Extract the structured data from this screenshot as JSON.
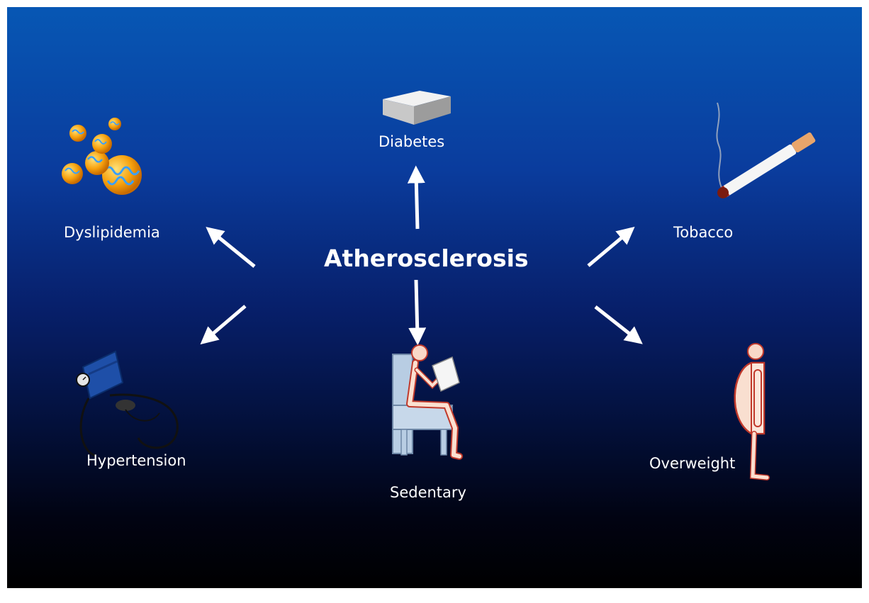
{
  "slide": {
    "center": "Atherosclerosis",
    "factors": {
      "dyslipidemia": "Dyslipidemia",
      "diabetes": "Diabetes",
      "tobacco": "Tobacco",
      "hypertension": "Hypertension",
      "sedentary": "Sedentary",
      "overweight": "Overweight"
    },
    "icons": {
      "dyslipidemia": "lipid-particles-icon",
      "diabetes": "sugar-cube-icon",
      "tobacco": "cigarette-icon",
      "hypertension": "blood-pressure-cuff-icon",
      "sedentary": "person-seated-reading-icon",
      "overweight": "overweight-person-icon"
    }
  }
}
